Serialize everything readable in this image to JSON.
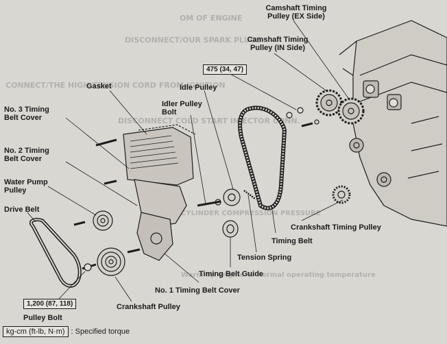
{
  "labels": {
    "camshaft_ex": "Camshaft Timing\nPulley (EX Side)",
    "camshaft_in": "Camshaft Timing\nPulley (IN Side)",
    "torque_475": "475 (34, 47)",
    "gasket": "Gasket",
    "idle_pulley": "Idle Pulley",
    "idler_bolt": "Idler Pulley\nBolt",
    "no3_cover": "No. 3 Timing\nBelt Cover",
    "no2_cover": "No. 2 Timing\nBelt Cover",
    "water_pump": "Water Pump\nPulley",
    "drive_belt": "Drive Belt",
    "crank_timing": "Crankshaft Timing Pulley",
    "timing_belt": "Timing Belt",
    "tension_spring": "Tension Spring",
    "belt_guide": "Timing Belt Guide",
    "no1_cover": "No. 1 Timing Belt Cover",
    "crank_pulley": "Crankshaft Pulley",
    "torque_1200": "1,200 (87, 118)",
    "pulley_bolt": "Pulley Bolt",
    "legend_unit": "kg-cm (ft-lb, N·m)",
    "legend_text": ": Specified torque"
  }
}
